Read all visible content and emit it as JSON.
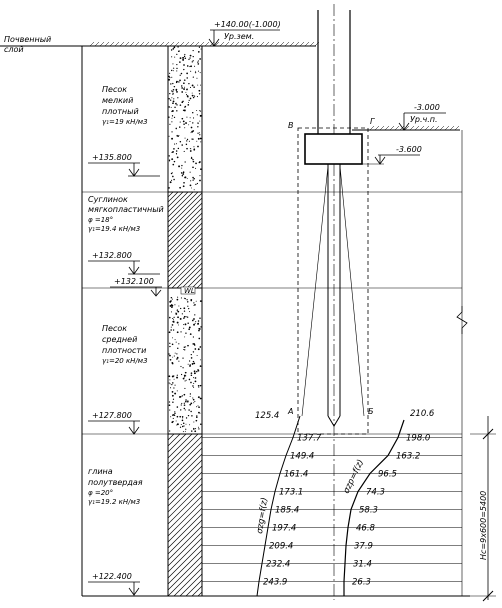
{
  "surface": {
    "top_soil_line1": "Почвенный",
    "top_soil_line2": "слой"
  },
  "levels": {
    "ground_top": "+140.00(-1.000)",
    "ground_top_sub": "Ур.зем.",
    "water_right": "-3.000",
    "water_right_sub": "Ур.ч.п.",
    "grillage_bottom": "-3.600",
    "l1": "+135.800",
    "l2": "+132.800",
    "l3": "+132.100",
    "l4": "+127.800",
    "l5": "+122.400"
  },
  "layers": [
    {
      "name1": "Песок",
      "name2": "мелкий",
      "name3": "плотный",
      "prop1": "γ₁=19 кН/м3",
      "prop2": ""
    },
    {
      "name1": "Суглинок",
      "name2": "мягкопластичный",
      "name3": "",
      "prop1": "φ =18°",
      "prop2": "γ₁=19.4 кН/м3"
    },
    {
      "name1": "Песок",
      "name2": "средней",
      "name3": "плотности",
      "prop1": "γ₁=20 кН/м3",
      "prop2": ""
    },
    {
      "name1": "глина",
      "name2": "полутвердая",
      "name3": "",
      "prop1": "φ =20°",
      "prop2": "γ₁=19.2 кН/м3"
    }
  ],
  "markers": {
    "WL": "WL",
    "A": "А",
    "B": "Б",
    "V": "В",
    "G": "Г"
  },
  "pile_tip_left": "125.4",
  "pile_tip_right": "210.6",
  "sigma_zg": [
    "137.7",
    "149.4",
    "161.4",
    "173.1",
    "185.4",
    "197.4",
    "209.4",
    "232.4",
    "243.9"
  ],
  "sigma_zp": [
    "198.0",
    "163.2",
    "96.5",
    "74.3",
    "58.3",
    "46.8",
    "37.9",
    "31.4",
    "26.3"
  ],
  "curve_labels": {
    "zg": "σzg=f(z)",
    "zp": "σzp=f(z)"
  },
  "dimension": "Hc=9x600=5400"
}
